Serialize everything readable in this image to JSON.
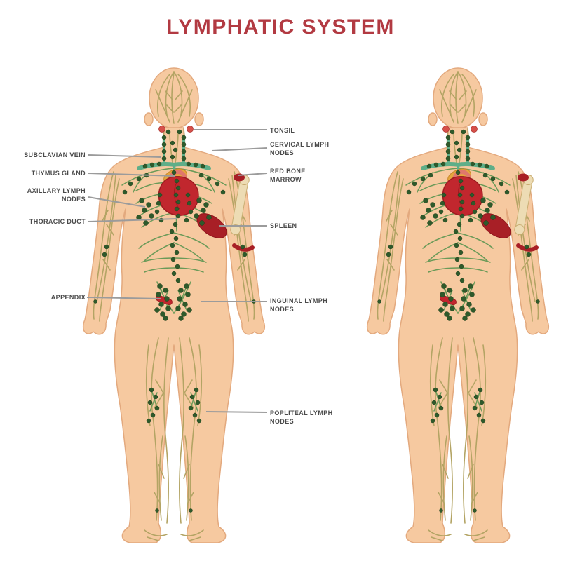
{
  "title": {
    "text": "LYMPHATIC SYSTEM"
  },
  "labels": {
    "left": [
      {
        "id": "subclavian-vein",
        "text": "SUBCLAVIAN VEIN"
      },
      {
        "id": "thymus-gland",
        "text": "THYMUS GLAND"
      },
      {
        "id": "axillary-lymph-nodes",
        "text": "AXILLARY LYMPH\nNODES"
      },
      {
        "id": "thoracic-duct",
        "text": "THORACIC DUCT"
      },
      {
        "id": "appendix",
        "text": "APPENDIX"
      }
    ],
    "right": [
      {
        "id": "tonsil",
        "text": "TONSIL"
      },
      {
        "id": "cervical-lymph-nodes",
        "text": "CERVICAL LYMPH\nNODES"
      },
      {
        "id": "red-bone-marrow",
        "text": "RED BONE\nMARROW"
      },
      {
        "id": "spleen",
        "text": "SPLEEN"
      },
      {
        "id": "inguinal-lymph-nodes",
        "text": "INGUINAL LYMPH\nNODES"
      },
      {
        "id": "popliteal-lymph-nodes",
        "text": "POPLITEAL LYMPH\nNODES"
      }
    ]
  },
  "colors": {
    "background": "#ffffff",
    "title": "#b23a42",
    "label_text": "#4a4a4a",
    "leader_line": "#9b9b9b",
    "skin": "#f6c9a0",
    "skin_outline": "#e3a97e",
    "vessel_torso_green": "#6a9a58",
    "vessel_limb_olive": "#b3a464",
    "lymph_node": "#2e5a2b",
    "organ_red": "#c1272e",
    "spleen_red": "#a81f26",
    "tonsil_red": "#d6504a",
    "vein_teal": "#5fae88",
    "thymus_yellow": "#e5a63e",
    "bone": "#eddcb4"
  }
}
